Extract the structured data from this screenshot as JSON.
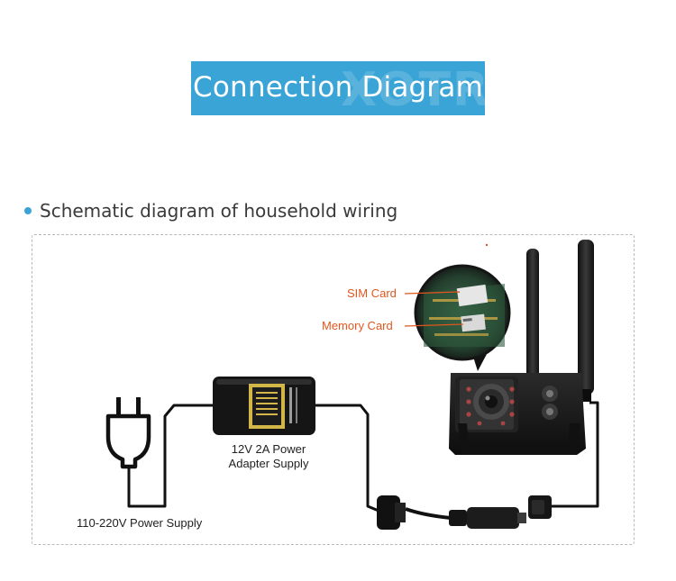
{
  "header": {
    "title": "Connection Diagram",
    "watermark": "XOTR"
  },
  "section": {
    "heading": "Schematic diagram of household wiring"
  },
  "labels": {
    "power_supply": "110-220V Power Supply",
    "adapter_line1": "12V 2A Power",
    "adapter_line2": "Adapter Supply",
    "sim_card": "SIM Card",
    "memory_card": "Memory Card"
  },
  "colors": {
    "banner": "#3aa4d6",
    "callout_text": "#e2561e",
    "device": "#1a1a1a",
    "frame": "#b9b9b9"
  },
  "icons": [
    "power-plug-icon",
    "power-adapter-icon",
    "camera-icon",
    "antenna-icon",
    "sd-card-icon",
    "sim-card-icon"
  ]
}
